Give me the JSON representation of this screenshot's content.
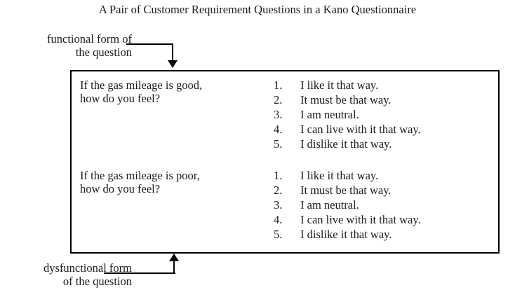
{
  "figure": {
    "title": "A Pair of Customer Requirement Questions in a Kano Questionnaire"
  },
  "annotations": {
    "functional": {
      "line1": "functional form of",
      "line2": "the question",
      "arrow_direction": "down",
      "arrow_color": "#000000"
    },
    "dysfunctional": {
      "line1": "dysfunctional form",
      "line2": "of the question",
      "arrow_direction": "up",
      "arrow_color": "#000000"
    }
  },
  "table": {
    "border_color": "#000000",
    "background": "#ffffff",
    "rows": [
      {
        "question_line1": "If the gas mileage is good,",
        "question_line2": "how do you feel?",
        "answers": [
          {
            "num": "1.",
            "text": "I like it that way."
          },
          {
            "num": "2.",
            "text": "It must be that way."
          },
          {
            "num": "3.",
            "text": "I am neutral."
          },
          {
            "num": "4.",
            "text": "I can live with it that way."
          },
          {
            "num": "5.",
            "text": "I dislike it that way."
          }
        ]
      },
      {
        "question_line1": "If the gas mileage is poor,",
        "question_line2": "how do you feel?",
        "answers": [
          {
            "num": "1.",
            "text": "I like it that way."
          },
          {
            "num": "2.",
            "text": "It must be that way."
          },
          {
            "num": "3.",
            "text": "I am neutral."
          },
          {
            "num": "4.",
            "text": "I can live with it that way."
          },
          {
            "num": "5.",
            "text": "I dislike it that way."
          }
        ]
      }
    ]
  }
}
